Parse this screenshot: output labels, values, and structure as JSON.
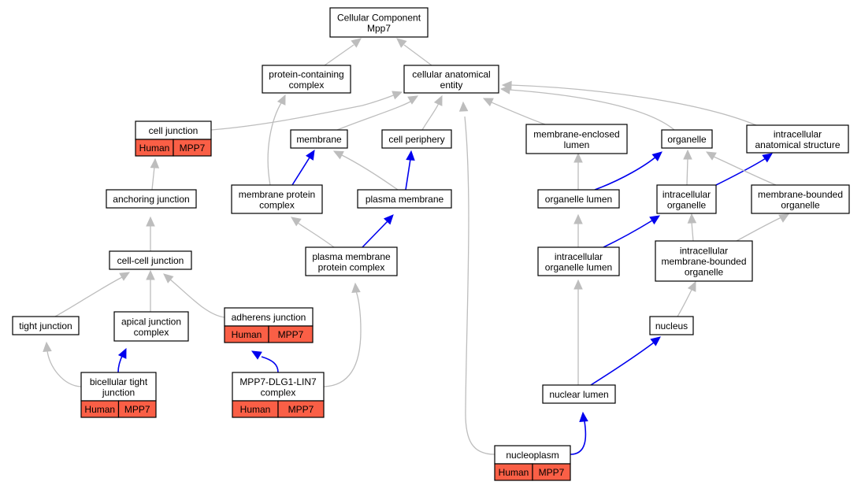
{
  "nodes": {
    "root": [
      "Cellular Component",
      "Mpp7"
    ],
    "pcc": [
      "protein-containing",
      "complex"
    ],
    "cae": [
      "cellular anatomical",
      "entity"
    ],
    "cj": [
      "cell junction"
    ],
    "memb": [
      "membrane"
    ],
    "cper": [
      "cell periphery"
    ],
    "mel": [
      "membrane-enclosed",
      "lumen"
    ],
    "org": [
      "organelle"
    ],
    "ias": [
      "intracellular",
      "anatomical structure"
    ],
    "aj": [
      "anchoring junction"
    ],
    "mpc": [
      "membrane protein",
      "complex"
    ],
    "pm": [
      "plasma membrane"
    ],
    "orgl": [
      "organelle lumen"
    ],
    "iorg": [
      "intracellular",
      "organelle"
    ],
    "mbo": [
      "membrane-bounded",
      "organelle"
    ],
    "ccj": [
      "cell-cell junction"
    ],
    "pmpc": [
      "plasma membrane",
      "protein complex"
    ],
    "iol": [
      "intracellular",
      "organelle lumen"
    ],
    "imbo": [
      "intracellular",
      "membrane-bounded",
      "organelle"
    ],
    "tj": [
      "tight junction"
    ],
    "apj": [
      "apical junction",
      "complex"
    ],
    "adj": [
      "adherens junction"
    ],
    "nuc": [
      "nucleus"
    ],
    "btj": [
      "bicellular tight",
      "junction"
    ],
    "mdl": [
      "MPP7-DLG1-LIN7",
      "complex"
    ],
    "nl": [
      "nuclear lumen"
    ],
    "np": [
      "nucleoplasm"
    ]
  },
  "annotations": {
    "cj": [
      "Human",
      "MPP7"
    ],
    "adj": [
      "Human",
      "MPP7"
    ],
    "btj": [
      "Human",
      "MPP7"
    ],
    "mdl": [
      "Human",
      "MPP7"
    ],
    "np": [
      "Human",
      "MPP7"
    ]
  },
  "edges": [
    {
      "from": "pcc",
      "to": "root",
      "type": "is_a"
    },
    {
      "from": "cae",
      "to": "root",
      "type": "is_a"
    },
    {
      "from": "cj",
      "to": "cae",
      "type": "is_a"
    },
    {
      "from": "memb",
      "to": "cae",
      "type": "is_a"
    },
    {
      "from": "cper",
      "to": "cae",
      "type": "is_a"
    },
    {
      "from": "mel",
      "to": "cae",
      "type": "is_a"
    },
    {
      "from": "org",
      "to": "cae",
      "type": "is_a"
    },
    {
      "from": "ias",
      "to": "cae",
      "type": "is_a"
    },
    {
      "from": "np",
      "to": "cae",
      "type": "is_a"
    },
    {
      "from": "aj",
      "to": "cj",
      "type": "is_a"
    },
    {
      "from": "mpc",
      "to": "pcc",
      "type": "is_a"
    },
    {
      "from": "mpc",
      "to": "memb",
      "type": "part_of"
    },
    {
      "from": "pm",
      "to": "memb",
      "type": "is_a"
    },
    {
      "from": "pm",
      "to": "cper",
      "type": "part_of"
    },
    {
      "from": "orgl",
      "to": "mel",
      "type": "is_a"
    },
    {
      "from": "orgl",
      "to": "org",
      "type": "part_of"
    },
    {
      "from": "iorg",
      "to": "org",
      "type": "is_a"
    },
    {
      "from": "iorg",
      "to": "ias",
      "type": "part_of"
    },
    {
      "from": "mbo",
      "to": "org",
      "type": "is_a"
    },
    {
      "from": "ccj",
      "to": "aj",
      "type": "is_a"
    },
    {
      "from": "pmpc",
      "to": "mpc",
      "type": "is_a"
    },
    {
      "from": "pmpc",
      "to": "pm",
      "type": "part_of"
    },
    {
      "from": "iol",
      "to": "orgl",
      "type": "is_a"
    },
    {
      "from": "iol",
      "to": "iorg",
      "type": "part_of"
    },
    {
      "from": "imbo",
      "to": "iorg",
      "type": "is_a"
    },
    {
      "from": "imbo",
      "to": "mbo",
      "type": "is_a"
    },
    {
      "from": "tj",
      "to": "ccj",
      "type": "is_a"
    },
    {
      "from": "apj",
      "to": "ccj",
      "type": "is_a"
    },
    {
      "from": "adj",
      "to": "ccj",
      "type": "is_a"
    },
    {
      "from": "nuc",
      "to": "imbo",
      "type": "is_a"
    },
    {
      "from": "btj",
      "to": "tj",
      "type": "is_a"
    },
    {
      "from": "btj",
      "to": "apj",
      "type": "part_of"
    },
    {
      "from": "mdl",
      "to": "adj",
      "type": "part_of"
    },
    {
      "from": "mdl",
      "to": "pmpc",
      "type": "is_a"
    },
    {
      "from": "nl",
      "to": "iol",
      "type": "is_a"
    },
    {
      "from": "nl",
      "to": "nuc",
      "type": "part_of"
    },
    {
      "from": "np",
      "to": "nl",
      "type": "part_of"
    }
  ],
  "colors": {
    "is_a_edge": "#bdbdbd",
    "part_of_edge": "#0000ee",
    "annotation_fill": "#fa5f46",
    "node_border": "#000000"
  }
}
